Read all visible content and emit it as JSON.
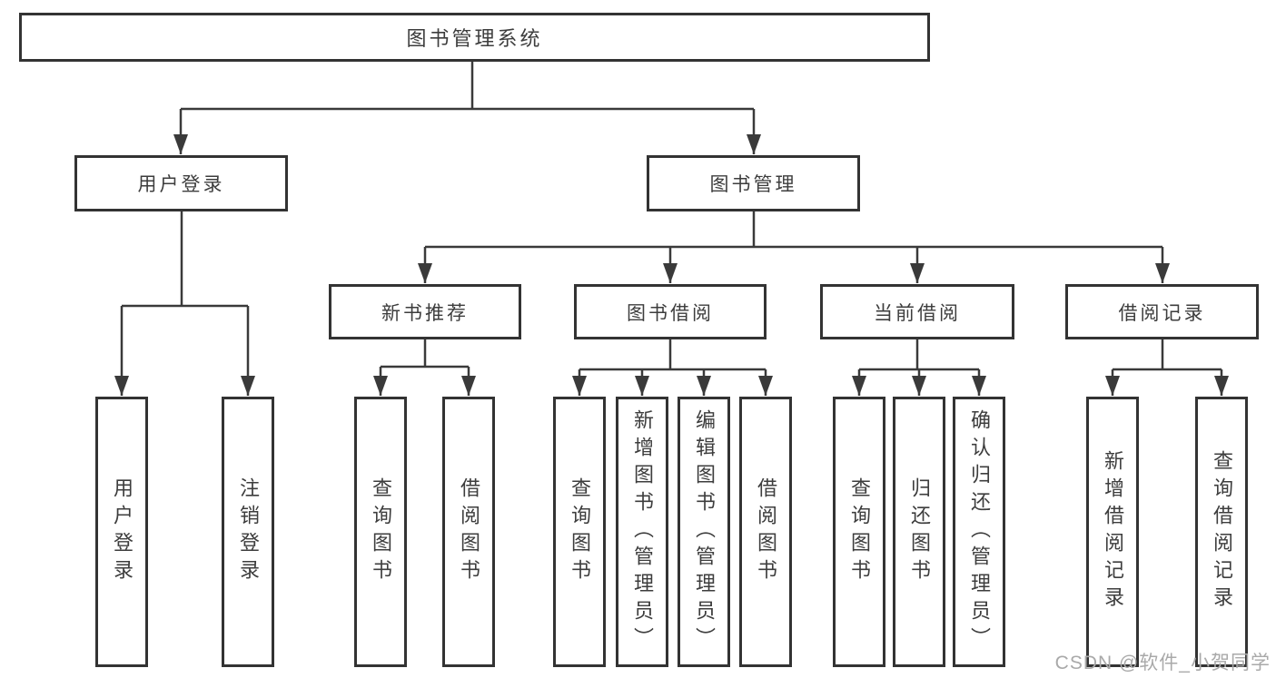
{
  "colors": {
    "line": "#3a3a3a",
    "box_border": "#333333",
    "text": "#3d3d3d",
    "watermark": "#a9a9a9",
    "background": "#ffffff"
  },
  "diagram": {
    "type": "hierarchy-tree",
    "root": {
      "label": "图书管理系统"
    },
    "branches": [
      {
        "label": "用户登录",
        "children": [
          {
            "label": "用户登录"
          },
          {
            "label": "注销登录"
          }
        ]
      },
      {
        "label": "图书管理",
        "children": [
          {
            "label": "新书推荐",
            "children": [
              {
                "label": "查询图书"
              },
              {
                "label": "借阅图书"
              }
            ]
          },
          {
            "label": "图书借阅",
            "children": [
              {
                "label": "查询图书"
              },
              {
                "label": "新增图书（管理员）"
              },
              {
                "label": "编辑图书（管理员）"
              },
              {
                "label": "借阅图书"
              }
            ]
          },
          {
            "label": "当前借阅",
            "children": [
              {
                "label": "查询图书"
              },
              {
                "label": "归还图书"
              },
              {
                "label": "确认归还（管理员）"
              }
            ]
          },
          {
            "label": "借阅记录",
            "children": [
              {
                "label": "新增借阅记录"
              },
              {
                "label": "查询借阅记录"
              }
            ]
          }
        ]
      }
    ]
  },
  "watermark": {
    "text": "CSDN @软件_小贺同学"
  }
}
